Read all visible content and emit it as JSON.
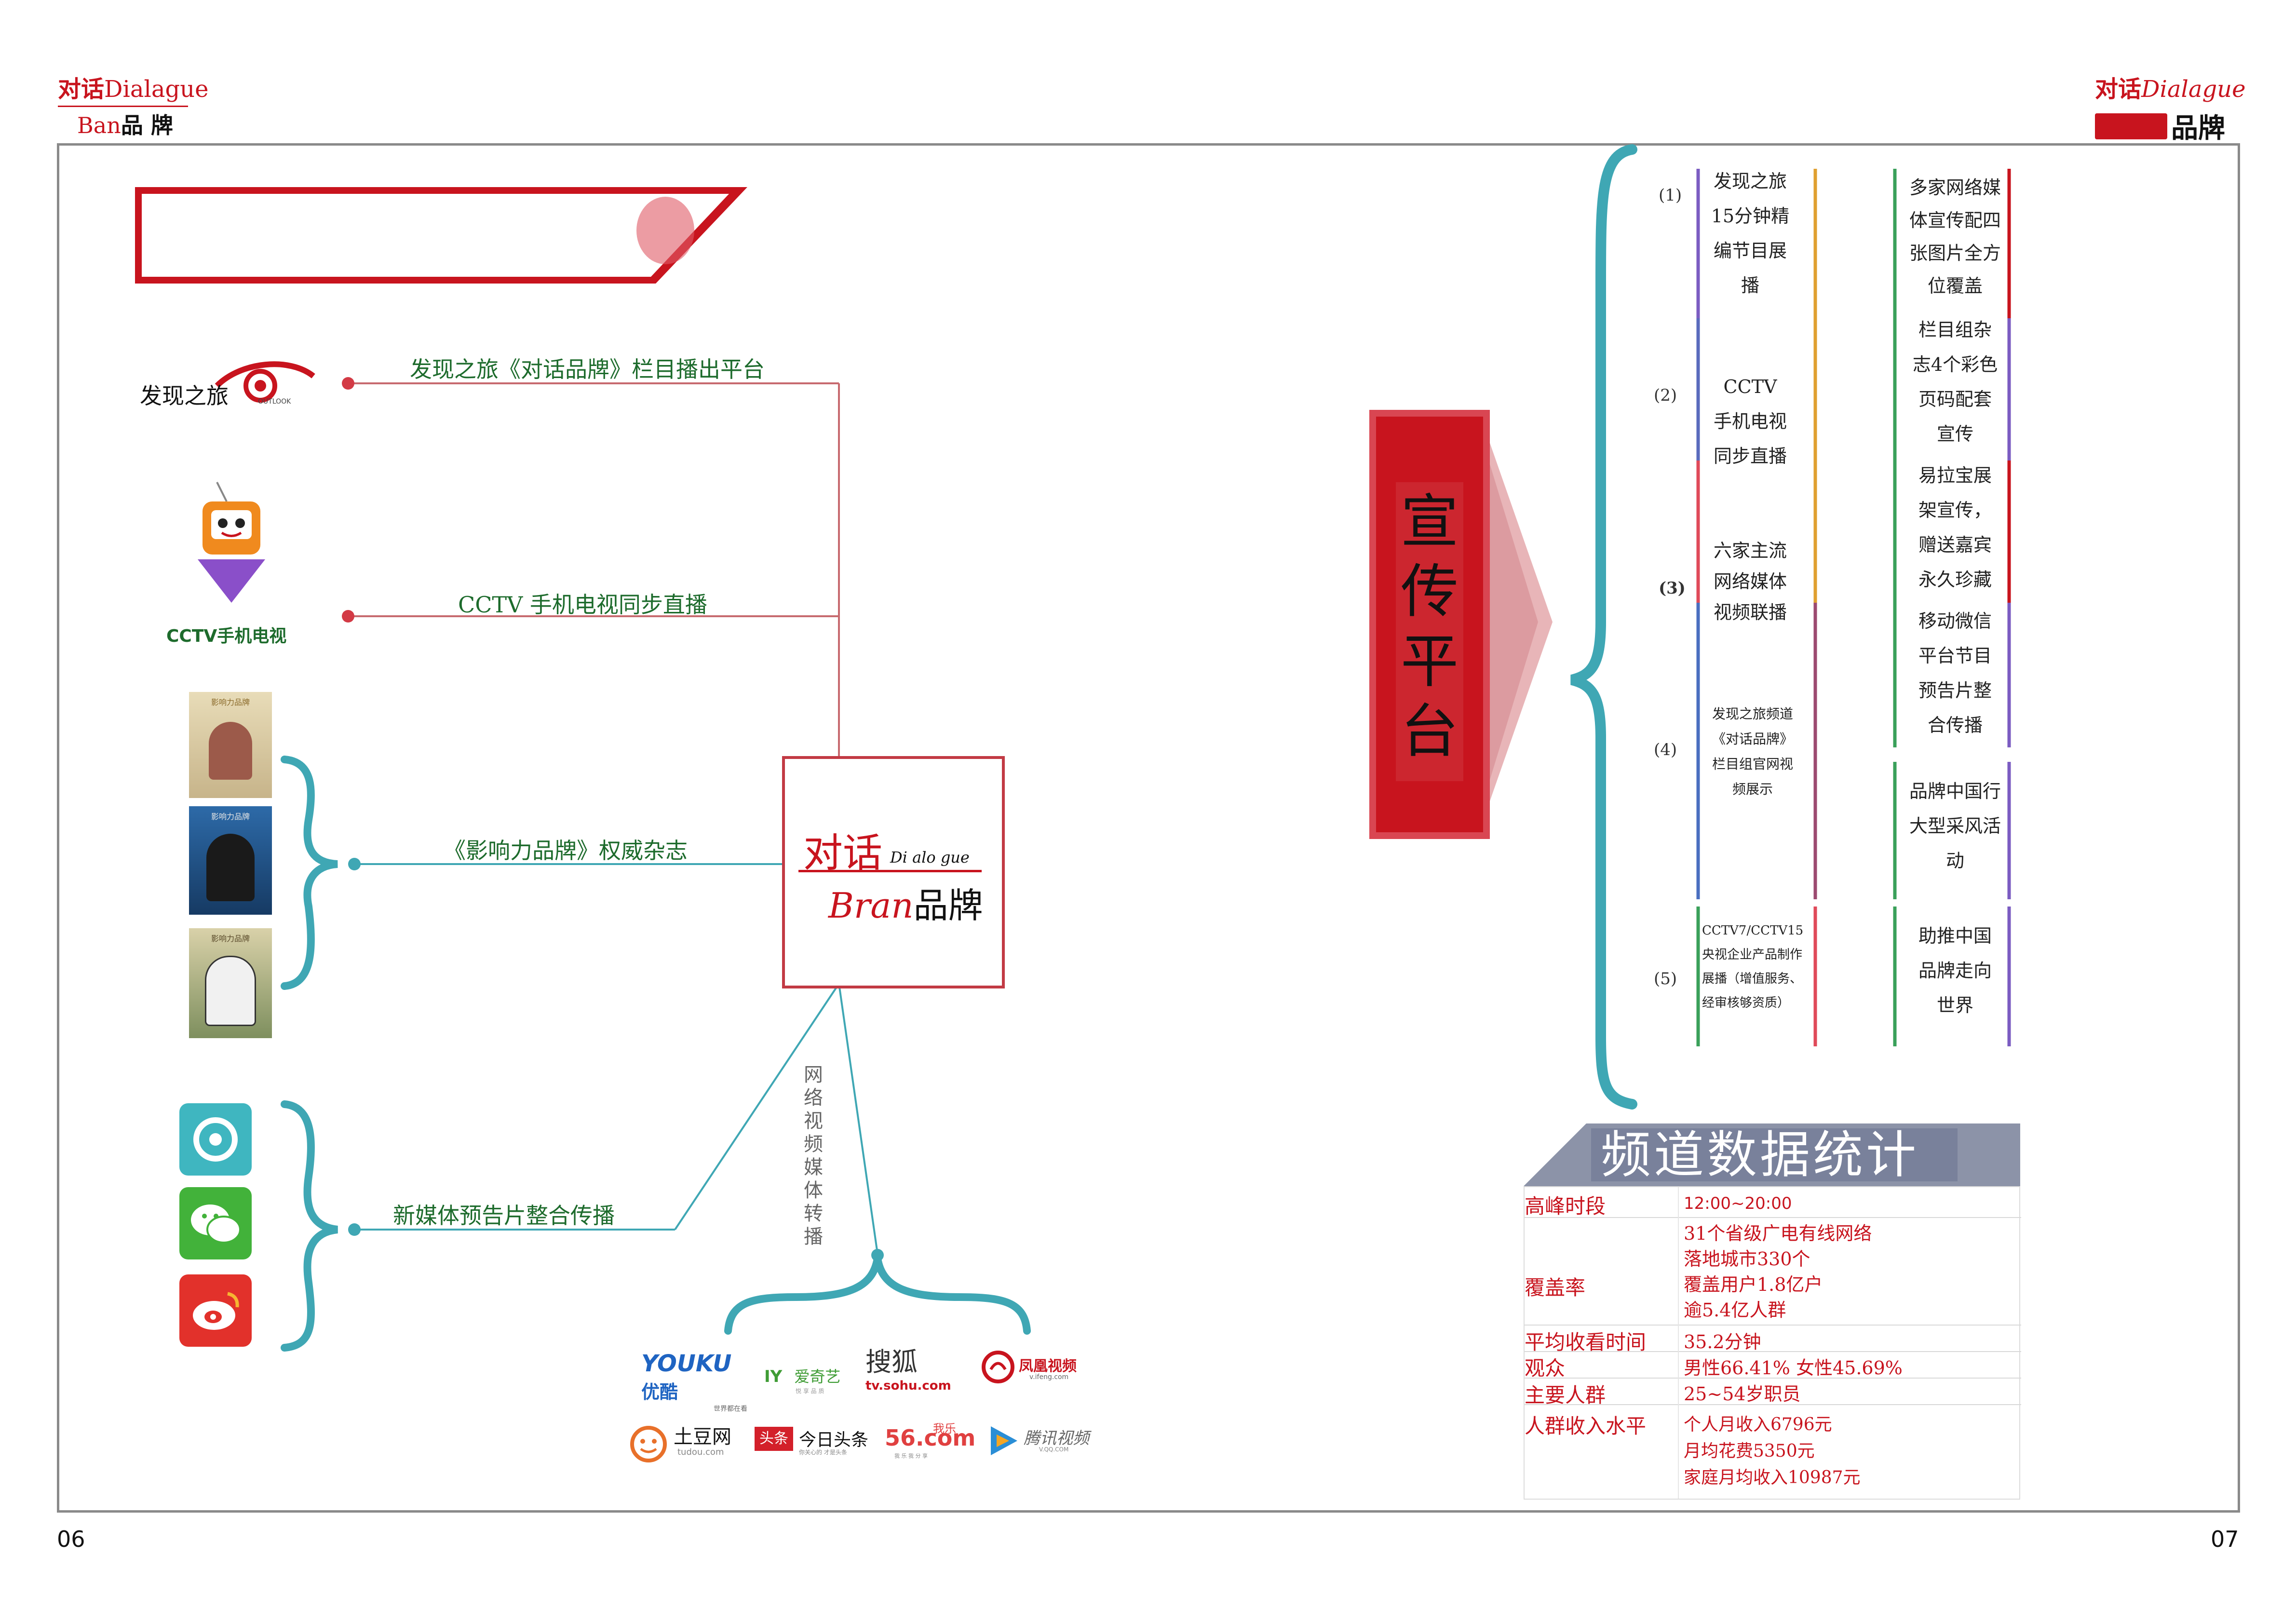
{
  "header": {
    "left_logo_top_zh": "对话",
    "left_logo_top_en": "Dialague",
    "left_logo_bottom_en": "Ban",
    "left_logo_bottom_zh": "品 牌",
    "right_logo_top_zh": "对话",
    "right_logo_top_en": "Dialague",
    "right_logo_bottom_zh": "品牌"
  },
  "left_panel": {
    "branches": [
      {
        "logo_text": "发现之旅",
        "logo_sub": "OUTLOOK",
        "label": "发现之旅《对话品牌》栏目播出平台"
      },
      {
        "logo_text": "CCTV手机电视",
        "label": "CCTV 手机电视同步直播"
      },
      {
        "label": "《影响力品牌》权威杂志"
      },
      {
        "label": "新媒体预告片整合传播"
      }
    ],
    "magazine_tag": "影响力品牌",
    "center_logo": {
      "zh_top": "对话",
      "en_top": "Di alo gue",
      "en_bottom": "Bran",
      "zh_bottom": "品牌"
    },
    "vertical_label": "网络视频媒体转播",
    "video_sites": [
      {
        "name": "优酷",
        "brand": "YOUKU",
        "sub": "世界都在看",
        "color": "#1f64c2"
      },
      {
        "name": "爱奇艺",
        "brand": "IY",
        "sub": "悦 享 品 质",
        "color": "#3f9c35"
      },
      {
        "name": "搜狐",
        "sub": "tv.sohu.com",
        "color": "#333333"
      },
      {
        "name": "凤凰视频",
        "sub": "v.ifeng.com",
        "color": "#c8141e"
      },
      {
        "name": "土豆网",
        "sub": "tudou.com",
        "color": "#e8702a"
      },
      {
        "name": "今日头条",
        "brand": "头条",
        "sub": "你关心的 才是头条",
        "color": "#d3202a"
      },
      {
        "name": "我乐",
        "brand": "56.com",
        "sub": "我 乐 我 分 享",
        "color": "#e04040"
      },
      {
        "name": "腾讯视频",
        "sub": "V.QQ.COM",
        "color": "#2a8ed6"
      }
    ]
  },
  "right_panel": {
    "title_chars": [
      "宣",
      "传",
      "平",
      "台"
    ],
    "rows": [
      {
        "num": "(1)",
        "mid": [
          "发现之旅",
          "15分钟精",
          "编节目展",
          "播"
        ]
      },
      {
        "num": "(2)",
        "mid": [
          "CCTV",
          "手机电视",
          "同步直播"
        ]
      },
      {
        "num": "(3)",
        "mid": [
          "六家主流",
          "网络媒体",
          "视频联播"
        ]
      },
      {
        "num": "(4)",
        "mid": [
          "发现之旅频道",
          "《对话品牌》",
          "栏目组官网视",
          "频展示"
        ]
      },
      {
        "num": "(5)",
        "mid": [
          "CCTV7/CCTV15",
          "央视企业产品制作",
          "展播（增值服务、",
          "经审核够资质）"
        ]
      }
    ],
    "right_items": [
      [
        "多家网络媒",
        "体宣传配四",
        "张图片全方",
        "位覆盖"
      ],
      [
        "栏目组杂",
        "志4个彩色",
        "页码配套",
        "宣传"
      ],
      [
        "易拉宝展",
        "架宣传，",
        "赠送嘉宾",
        "永久珍藏"
      ],
      [
        "移动微信",
        "平台节目",
        "预告片整",
        "合传播"
      ],
      [
        "品牌中国行",
        "大型采风活",
        "动"
      ],
      [
        "助推中国",
        "品牌走向",
        "世界"
      ]
    ],
    "stats_title": "频道数据统计",
    "stats": [
      {
        "label": "高峰时段",
        "values": [
          "12:00~20:00"
        ]
      },
      {
        "label": "覆盖率",
        "values": [
          "31个省级广电有线网络",
          "落地城市330个",
          "覆盖用户1.8亿户",
          "逾5.4亿人群"
        ]
      },
      {
        "label": "平均收看时间",
        "values": [
          "35.2分钟"
        ]
      },
      {
        "label": "观众",
        "values": [
          "男性66.41% 女性45.69%"
        ]
      },
      {
        "label": "主要人群",
        "values": [
          "25~54岁职员"
        ]
      },
      {
        "label": "人群收入水平",
        "values": [
          "个人月收入6796元",
          "月均花费5350元",
          "家庭月均收入10987元"
        ]
      }
    ]
  },
  "footer": {
    "left_page": "06",
    "right_page": "07"
  }
}
